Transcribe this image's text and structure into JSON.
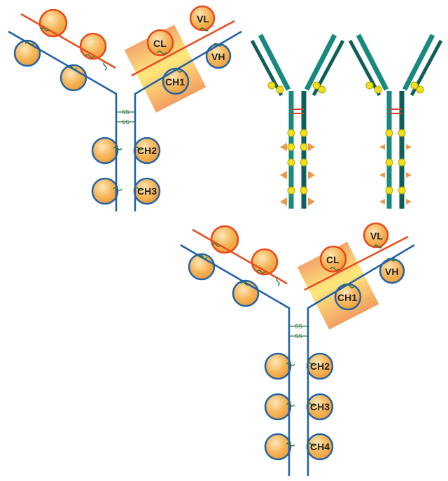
{
  "colors": {
    "heavy_chain": "#1f5fa8",
    "light_chain": "#e94b1e",
    "domain_fill": "#f4b04d",
    "domain_ring_heavy": "#2463a6",
    "domain_ring_light": "#e64a1c",
    "highlight_box": "#f2a66a",
    "disulfide": "#2e7a3c",
    "cartoon_teal": "#17897d",
    "cartoon_dark": "#0f5f58",
    "cartoon_bead": "#f0e01a",
    "cartoon_triangle": "#e89a4a",
    "cartoon_bridge": "#d5402a"
  },
  "diagrams": {
    "igg": {
      "labels": {
        "vl": "VL",
        "vh": "VH",
        "cl": "CL",
        "ch1": "CH1",
        "ch2": "CH2",
        "ch3": "CH3"
      },
      "ss_label": "SS"
    },
    "igm_monomer": {
      "labels": {
        "vl": "VL",
        "vh": "VH",
        "cl": "CL",
        "ch1": "CH1",
        "ch2": "CH2",
        "ch3": "CH3",
        "ch4": "CH4"
      },
      "ss_label": "SS"
    }
  }
}
